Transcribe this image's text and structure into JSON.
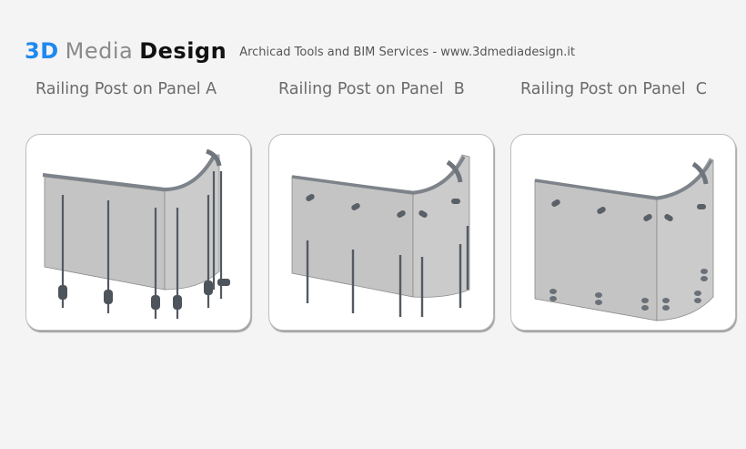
{
  "header": {
    "logo": {
      "part1": "3D",
      "part2": "Media",
      "part3": "Design"
    },
    "tagline": "Archicad Tools and BIM Services - www.3dmediadesign.it"
  },
  "panels": [
    {
      "title": "Railing Post on Panel A",
      "image": "railing-panel-a-render"
    },
    {
      "title": "Railing Post on Panel  B",
      "image": "railing-panel-b-render"
    },
    {
      "title": "Railing Post on Panel  C",
      "image": "railing-panel-c-render"
    }
  ],
  "colors": {
    "background": "#f4f4f4",
    "logo_blue": "#1e88f0",
    "logo_gray": "#8a8a8a",
    "logo_black": "#111111",
    "title_gray": "#6b6b6b",
    "glass_panel": "#c4c4c4"
  }
}
